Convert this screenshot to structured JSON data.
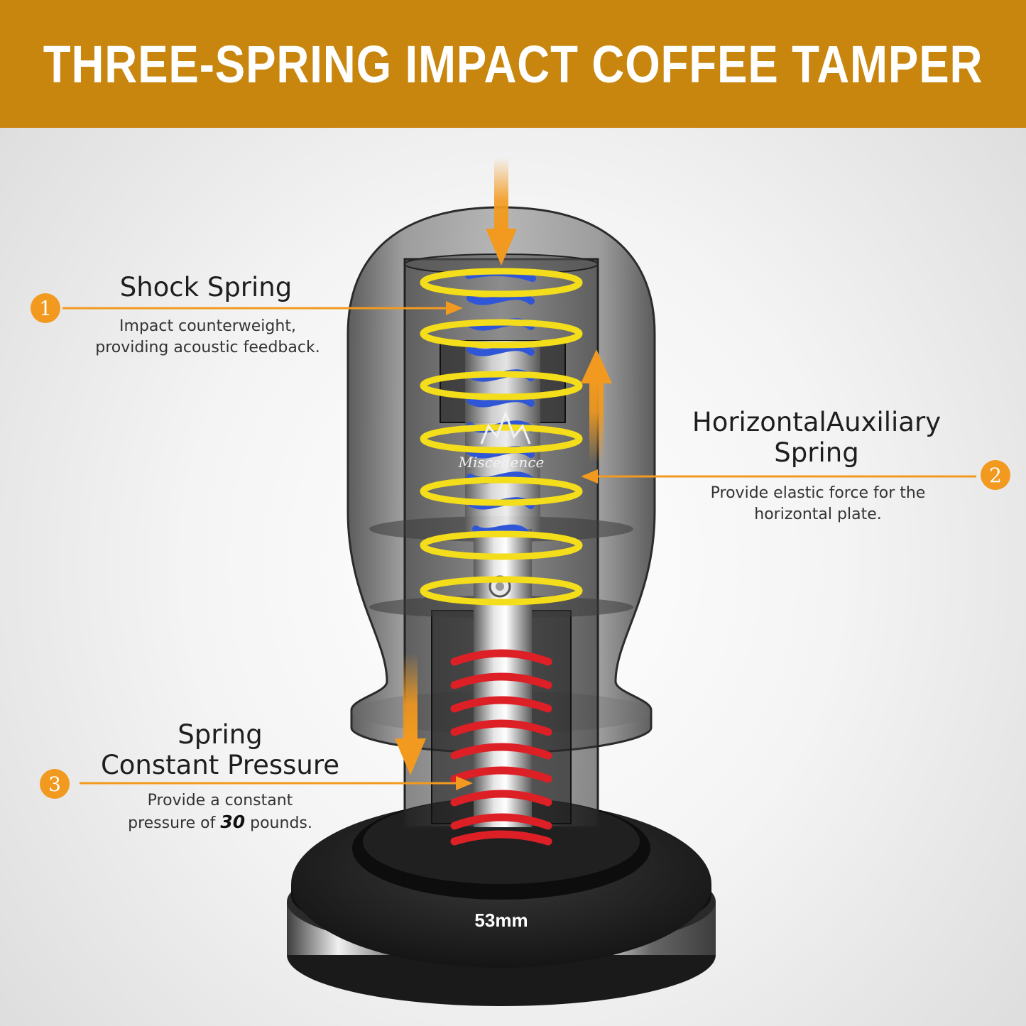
{
  "title": "THREE-SPRING IMPACT COFFEE TAMPER",
  "callouts": [
    {
      "number": "1",
      "heading": "Shock Spring",
      "description": [
        "Impact counterweight,",
        "providing acoustic feedback."
      ]
    },
    {
      "number": "2",
      "heading": [
        "HorizontalAuxiliary",
        "Spring"
      ],
      "description": [
        "Provide elastic force for the",
        "horizontal plate."
      ]
    },
    {
      "number": "3",
      "heading": [
        "Spring",
        "Constant Pressure"
      ],
      "description_line1": "Provide a constant",
      "description_line2_prefix": "pressure of ",
      "description_line2_value": "30",
      "description_line2_suffix": " pounds."
    }
  ],
  "brand": "Miscedence",
  "size_label": "53mm",
  "colors": {
    "banner": "#c8860e",
    "accent_orange": "#f29a1f",
    "shock_spring": "#2f56d6",
    "auxiliary_spring": "#f4dd1a",
    "pressure_spring": "#dd1f26"
  }
}
